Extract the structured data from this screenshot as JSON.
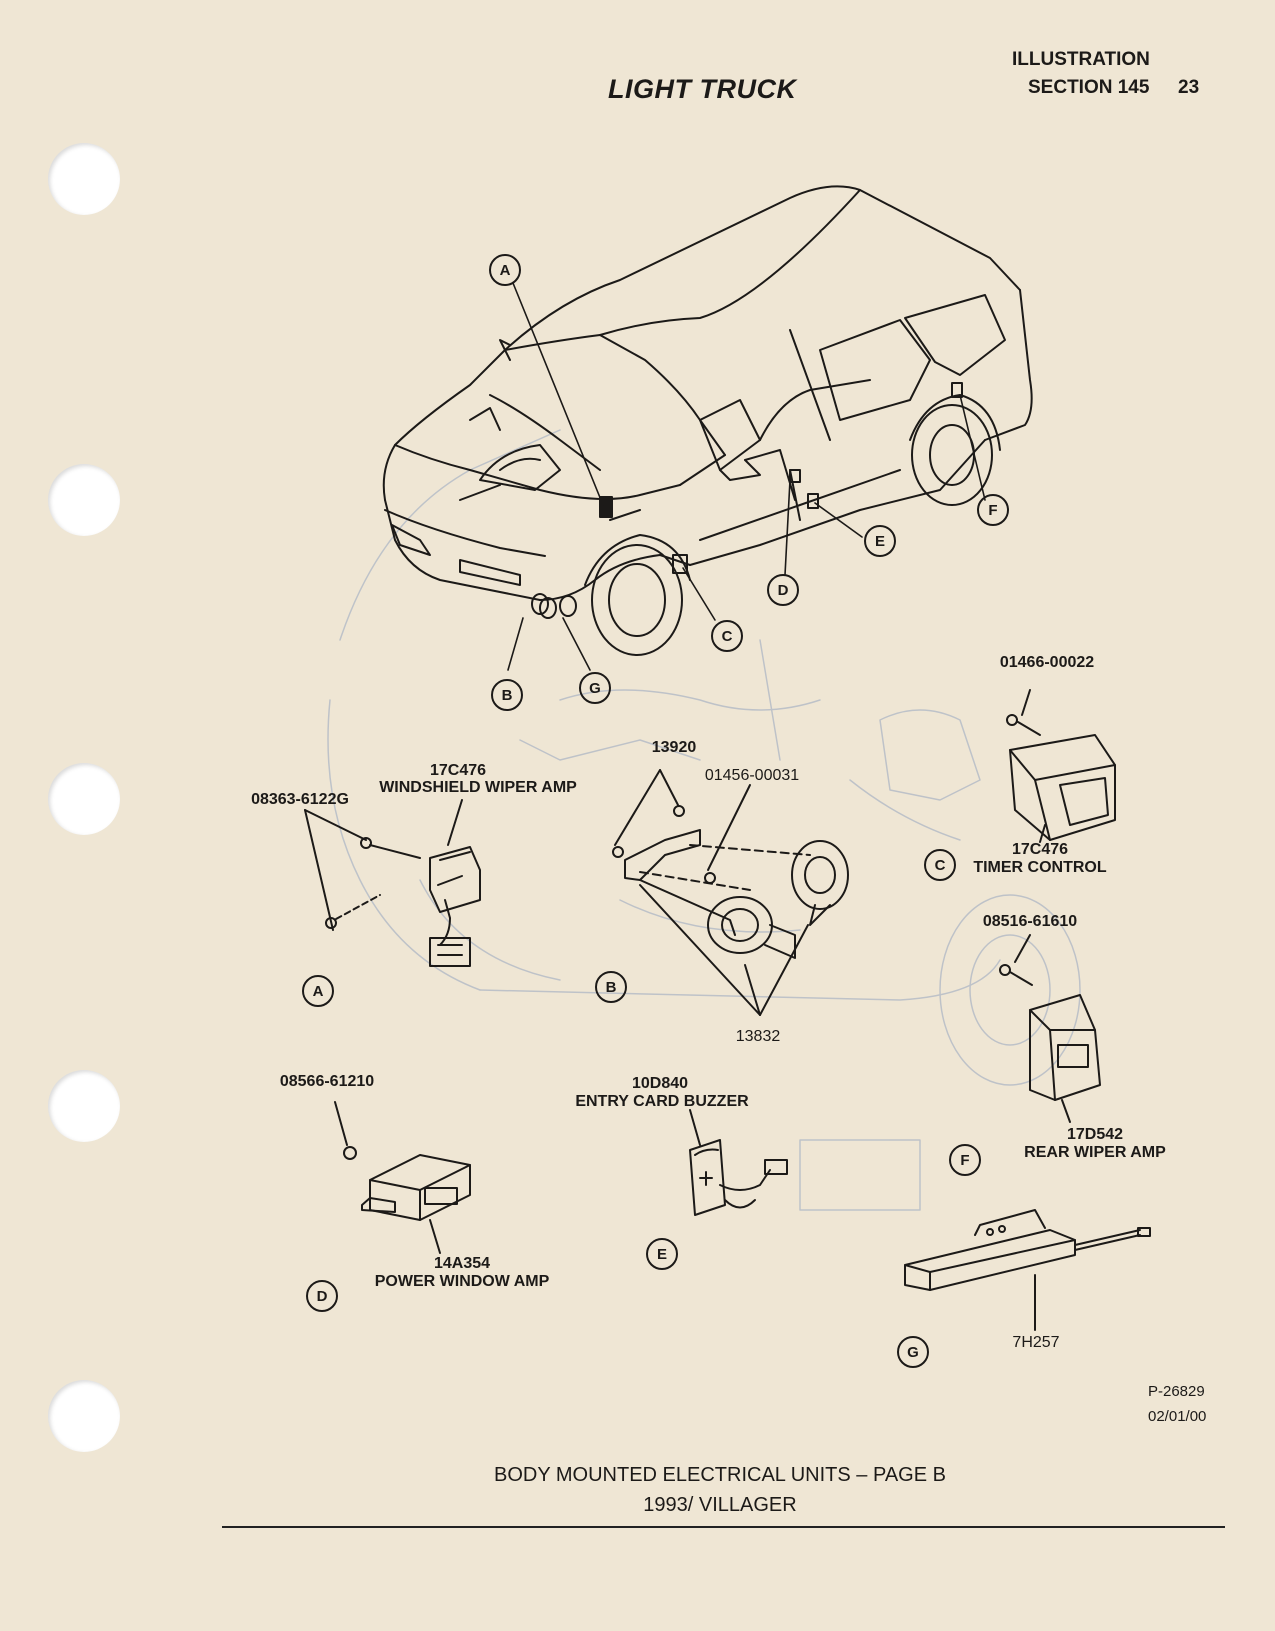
{
  "header": {
    "title": "LIGHT TRUCK",
    "illustration_label": "ILLUSTRATION",
    "section_label": "SECTION 145",
    "page_number": "23"
  },
  "vehicle_callouts": [
    "A",
    "B",
    "C",
    "D",
    "E",
    "F",
    "G"
  ],
  "components": {
    "a": {
      "letter": "A",
      "part_number": "17C476",
      "name": "WINDSHIELD WIPER AMP",
      "fastener": "08363-6122G"
    },
    "b": {
      "letter": "B",
      "nut": "13920",
      "bolt": "01456-00031",
      "horn": "13832"
    },
    "c": {
      "letter": "C",
      "fastener": "01466-00022",
      "part_number": "17C476",
      "name": "TIMER CONTROL"
    },
    "d": {
      "letter": "D",
      "fastener": "08566-61210",
      "part_number": "14A354",
      "name": "POWER WINDOW AMP"
    },
    "e": {
      "letter": "E",
      "part_number": "10D840",
      "name": "ENTRY CARD BUZZER"
    },
    "f": {
      "letter": "F",
      "fastener": "08516-61610",
      "part_number": "17D542",
      "name": "REAR WIPER AMP"
    },
    "g": {
      "letter": "G",
      "part_number": "7H257"
    }
  },
  "footer": {
    "figure_number": "P-26829",
    "date": "02/01/00",
    "caption_line1": "BODY MOUNTED ELECTRICAL UNITS – PAGE B",
    "caption_line2": "1993/ VILLAGER"
  }
}
